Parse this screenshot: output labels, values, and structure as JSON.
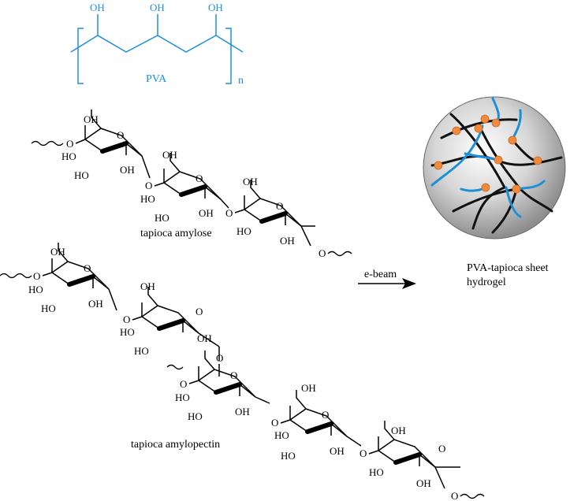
{
  "pva": {
    "label": "PVA",
    "repeat": "n",
    "oh1": "OH",
    "oh2": "OH",
    "oh3": "OH",
    "color": "#1d8fd8"
  },
  "amylose": {
    "label": "tapioca amylose"
  },
  "amylopectin": {
    "label": "tapioca amylopectin"
  },
  "reaction": {
    "arrow_label": "e-beam"
  },
  "product": {
    "label_line1": "PVA-tapioca sheet",
    "label_line2": "hydrogel",
    "sphere_color": "#c9c9c9",
    "crosslink_color": "#f08a3c",
    "blue_chain_color": "#1d8fd8",
    "black_chain_color": "#111111"
  },
  "atoms": {
    "oh": "OH",
    "ho": "HO",
    "o": "O"
  }
}
